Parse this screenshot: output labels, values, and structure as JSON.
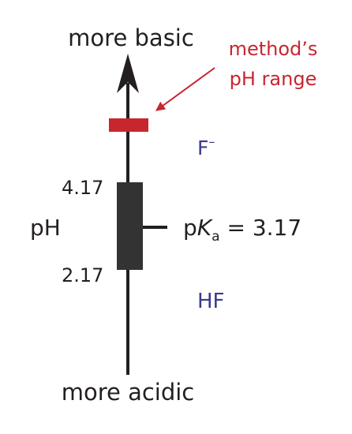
{
  "ladder": {
    "top_label": "more basic",
    "bottom_label": "more acidic",
    "axis_label": "pH",
    "upper_limit": "4.17",
    "lower_limit": "2.17",
    "pka": {
      "p": "p",
      "k": "K",
      "sub": "a",
      "rest": " = 3.17"
    },
    "base_species": {
      "main": "F",
      "sup": "–"
    },
    "acid_species": "HF",
    "method_label_line1": "method’s",
    "method_label_line2": "pH range"
  },
  "colors": {
    "axis": "#231f20",
    "buffer_box": "#333333",
    "method_range": "#c8262f",
    "species": "#3a3a8c",
    "text": "#231f20"
  }
}
